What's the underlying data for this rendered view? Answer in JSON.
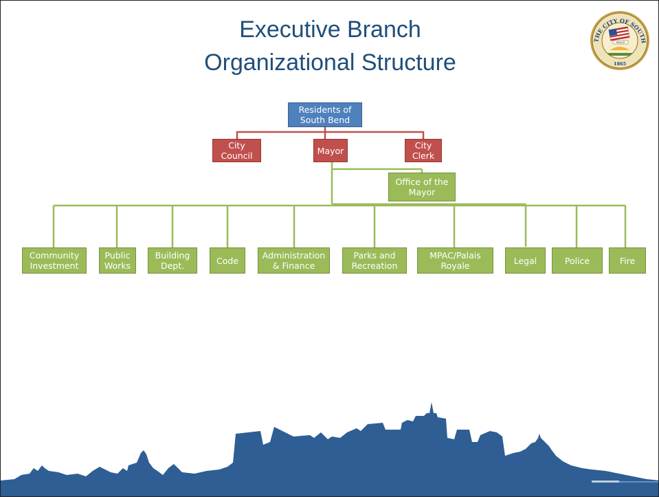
{
  "slide": {
    "title_line1": "Executive Branch",
    "title_line2": "Organizational Structure"
  },
  "seal": {
    "text": "THE CITY OF SOUTH BEND, INDIANA",
    "banner": "PEACE",
    "year": "1865"
  },
  "org": {
    "root": [
      "Residents of",
      "South Bend"
    ],
    "city_council": [
      "City",
      "Council"
    ],
    "mayor": [
      "Mayor"
    ],
    "city_clerk": [
      "City",
      "Clerk"
    ],
    "office_of_mayor": [
      "Office of the",
      "Mayor"
    ],
    "departments": [
      [
        "Community",
        "Investment"
      ],
      [
        "Public",
        "Works"
      ],
      [
        "Building",
        "Dept."
      ],
      [
        "Code"
      ],
      [
        "Administration",
        "& Finance"
      ],
      [
        "Parks and",
        "Recreation"
      ],
      [
        "MPAC/Palais",
        "Royale"
      ],
      [
        "Legal"
      ],
      [
        "Police"
      ],
      [
        "Fire"
      ]
    ]
  },
  "colors": {
    "title": "#1f4e79",
    "blue_box": "#4f81bd",
    "red_box": "#c0504d",
    "green_box": "#9bbb59",
    "red_line": "#c0504d",
    "green_line": "#9bbb59",
    "skyline": "#2e5e94"
  }
}
